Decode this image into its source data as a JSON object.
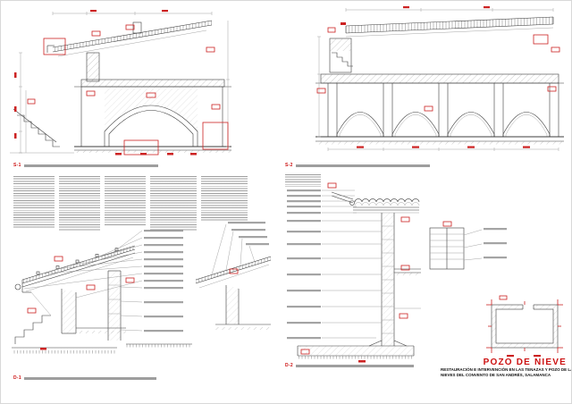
{
  "sheet_title": {
    "project": "POZO DE NIEVE",
    "description_line1": "RESTAURACIÓN E INTERVENCIÓN EN LAS TENAZAS Y POZO DE LAS",
    "description_line2": "NIEVES DEL CONVENTO DE SAN ANDRÉS, SALAMANCA"
  },
  "captions": {
    "s1": "S-1",
    "s2": "S-2",
    "d1": "D-1",
    "d2": "D-2"
  },
  "accent_color": "#cc2222"
}
